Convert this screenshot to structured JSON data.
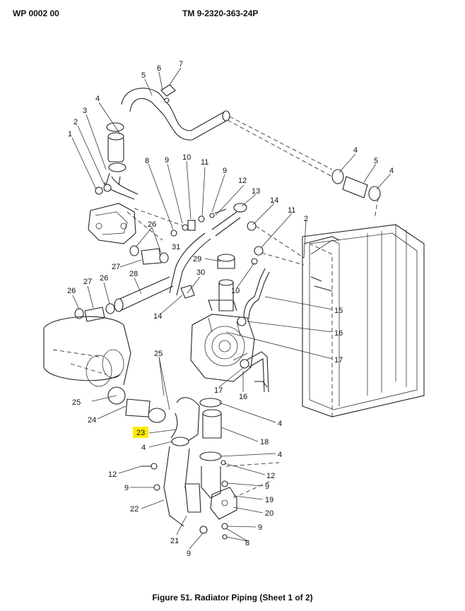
{
  "header": {
    "wp": "WP 0002 00",
    "tm": "TM 9-2320-363-24P"
  },
  "caption": "Figure 51.  Radiator Piping (Sheet 1 of 2)",
  "highlight_color": "#ffea00",
  "callouts": [
    {
      "id": "c-5-top",
      "text": "5"
    },
    {
      "id": "c-6",
      "text": "6"
    },
    {
      "id": "c-7",
      "text": "7"
    },
    {
      "id": "c-4-tl",
      "text": "4"
    },
    {
      "id": "c-3",
      "text": "3"
    },
    {
      "id": "c-2-l",
      "text": "2"
    },
    {
      "id": "c-1",
      "text": "1"
    },
    {
      "id": "c-8",
      "text": "8"
    },
    {
      "id": "c-9-a",
      "text": "9"
    },
    {
      "id": "c-10-a",
      "text": "10"
    },
    {
      "id": "c-11-a",
      "text": "11"
    },
    {
      "id": "c-9-b",
      "text": "9"
    },
    {
      "id": "c-12-a",
      "text": "12"
    },
    {
      "id": "c-13",
      "text": "13"
    },
    {
      "id": "c-14-a",
      "text": "14"
    },
    {
      "id": "c-11-b",
      "text": "11"
    },
    {
      "id": "c-2-r",
      "text": "2"
    },
    {
      "id": "c-4-r1",
      "text": "4"
    },
    {
      "id": "c-5-r",
      "text": "5"
    },
    {
      "id": "c-4-r2",
      "text": "4"
    },
    {
      "id": "c-26-a",
      "text": "26"
    },
    {
      "id": "c-31",
      "text": "31"
    },
    {
      "id": "c-27-a",
      "text": "27"
    },
    {
      "id": "c-28",
      "text": "28"
    },
    {
      "id": "c-29",
      "text": "29"
    },
    {
      "id": "c-30",
      "text": "30"
    },
    {
      "id": "c-10-b",
      "text": "10"
    },
    {
      "id": "c-26-b",
      "text": "26"
    },
    {
      "id": "c-27-b",
      "text": "27"
    },
    {
      "id": "c-26-c",
      "text": "26"
    },
    {
      "id": "c-14-b",
      "text": "14"
    },
    {
      "id": "c-15",
      "text": "15"
    },
    {
      "id": "c-16-a",
      "text": "16"
    },
    {
      "id": "c-17-a",
      "text": "17"
    },
    {
      "id": "c-25-a",
      "text": "25"
    },
    {
      "id": "c-17-b",
      "text": "17"
    },
    {
      "id": "c-16-b",
      "text": "16"
    },
    {
      "id": "c-25-b",
      "text": "25"
    },
    {
      "id": "c-24",
      "text": "24"
    },
    {
      "id": "c-4-m",
      "text": "4"
    },
    {
      "id": "c-23",
      "text": "23",
      "highlight": true
    },
    {
      "id": "c-4-l",
      "text": "4"
    },
    {
      "id": "c-18",
      "text": "18"
    },
    {
      "id": "c-4-b",
      "text": "4"
    },
    {
      "id": "c-12-b",
      "text": "12"
    },
    {
      "id": "c-12-c",
      "text": "12"
    },
    {
      "id": "c-9-c",
      "text": "9"
    },
    {
      "id": "c-9-d",
      "text": "9"
    },
    {
      "id": "c-19",
      "text": "19"
    },
    {
      "id": "c-22",
      "text": "22"
    },
    {
      "id": "c-20",
      "text": "20"
    },
    {
      "id": "c-9-e",
      "text": "9"
    },
    {
      "id": "c-21",
      "text": "21"
    },
    {
      "id": "c-8-b",
      "text": "8"
    },
    {
      "id": "c-9-f",
      "text": "9"
    }
  ]
}
